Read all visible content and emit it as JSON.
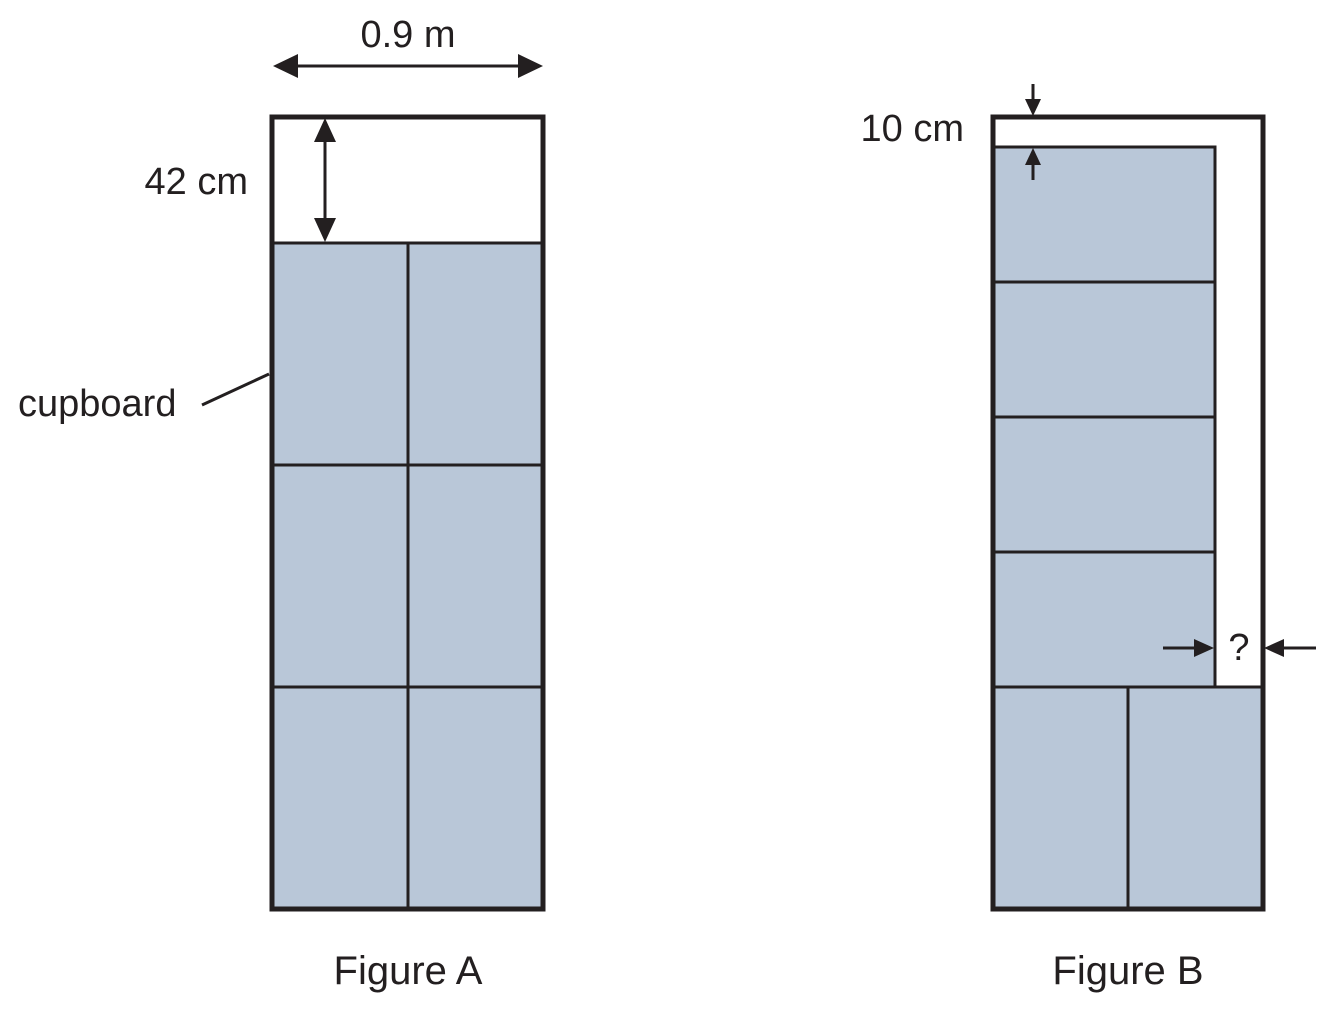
{
  "figures": [
    {
      "caption": "Figure A",
      "labels": {
        "width": "0.9 m",
        "gap_height": "42 cm",
        "item_label": "cupboard"
      },
      "layout": "2 columns x 3 rows of cupboards below a top gap"
    },
    {
      "caption": "Figure B",
      "labels": {
        "top_gap": "10 cm",
        "side_gap": "?"
      },
      "layout": "4 cupboards stacked vertically against the left wall, 2 cupboards side by side at the bottom"
    }
  ],
  "colors": {
    "cupboard_fill": "#b9c7d8",
    "stroke": "#231f20",
    "background": "#ffffff"
  }
}
